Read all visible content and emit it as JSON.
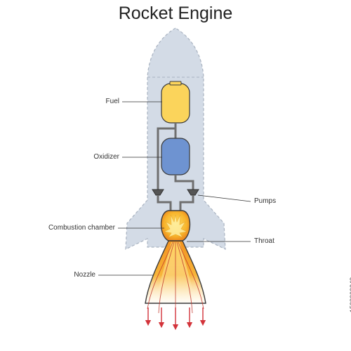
{
  "title": "Rocket Engine",
  "labels": {
    "fuel": "Fuel",
    "oxidizer": "Oxidizer",
    "pumps": "Pumps",
    "combustion_chamber": "Combustion chamber",
    "throat": "Throat",
    "nozzle": "Nozzle"
  },
  "stock_id": "1538303248",
  "colors": {
    "rocket_body": "#d3dbe6",
    "rocket_outline": "#a9b3c1",
    "fuel_tank": "#fbd45b",
    "oxidizer_tank": "#6e93d1",
    "pipe": "#777777",
    "flame_outer": "#f39a24",
    "flame_inner": "#ffe27a",
    "exhaust_arrow": "#d3333a"
  }
}
